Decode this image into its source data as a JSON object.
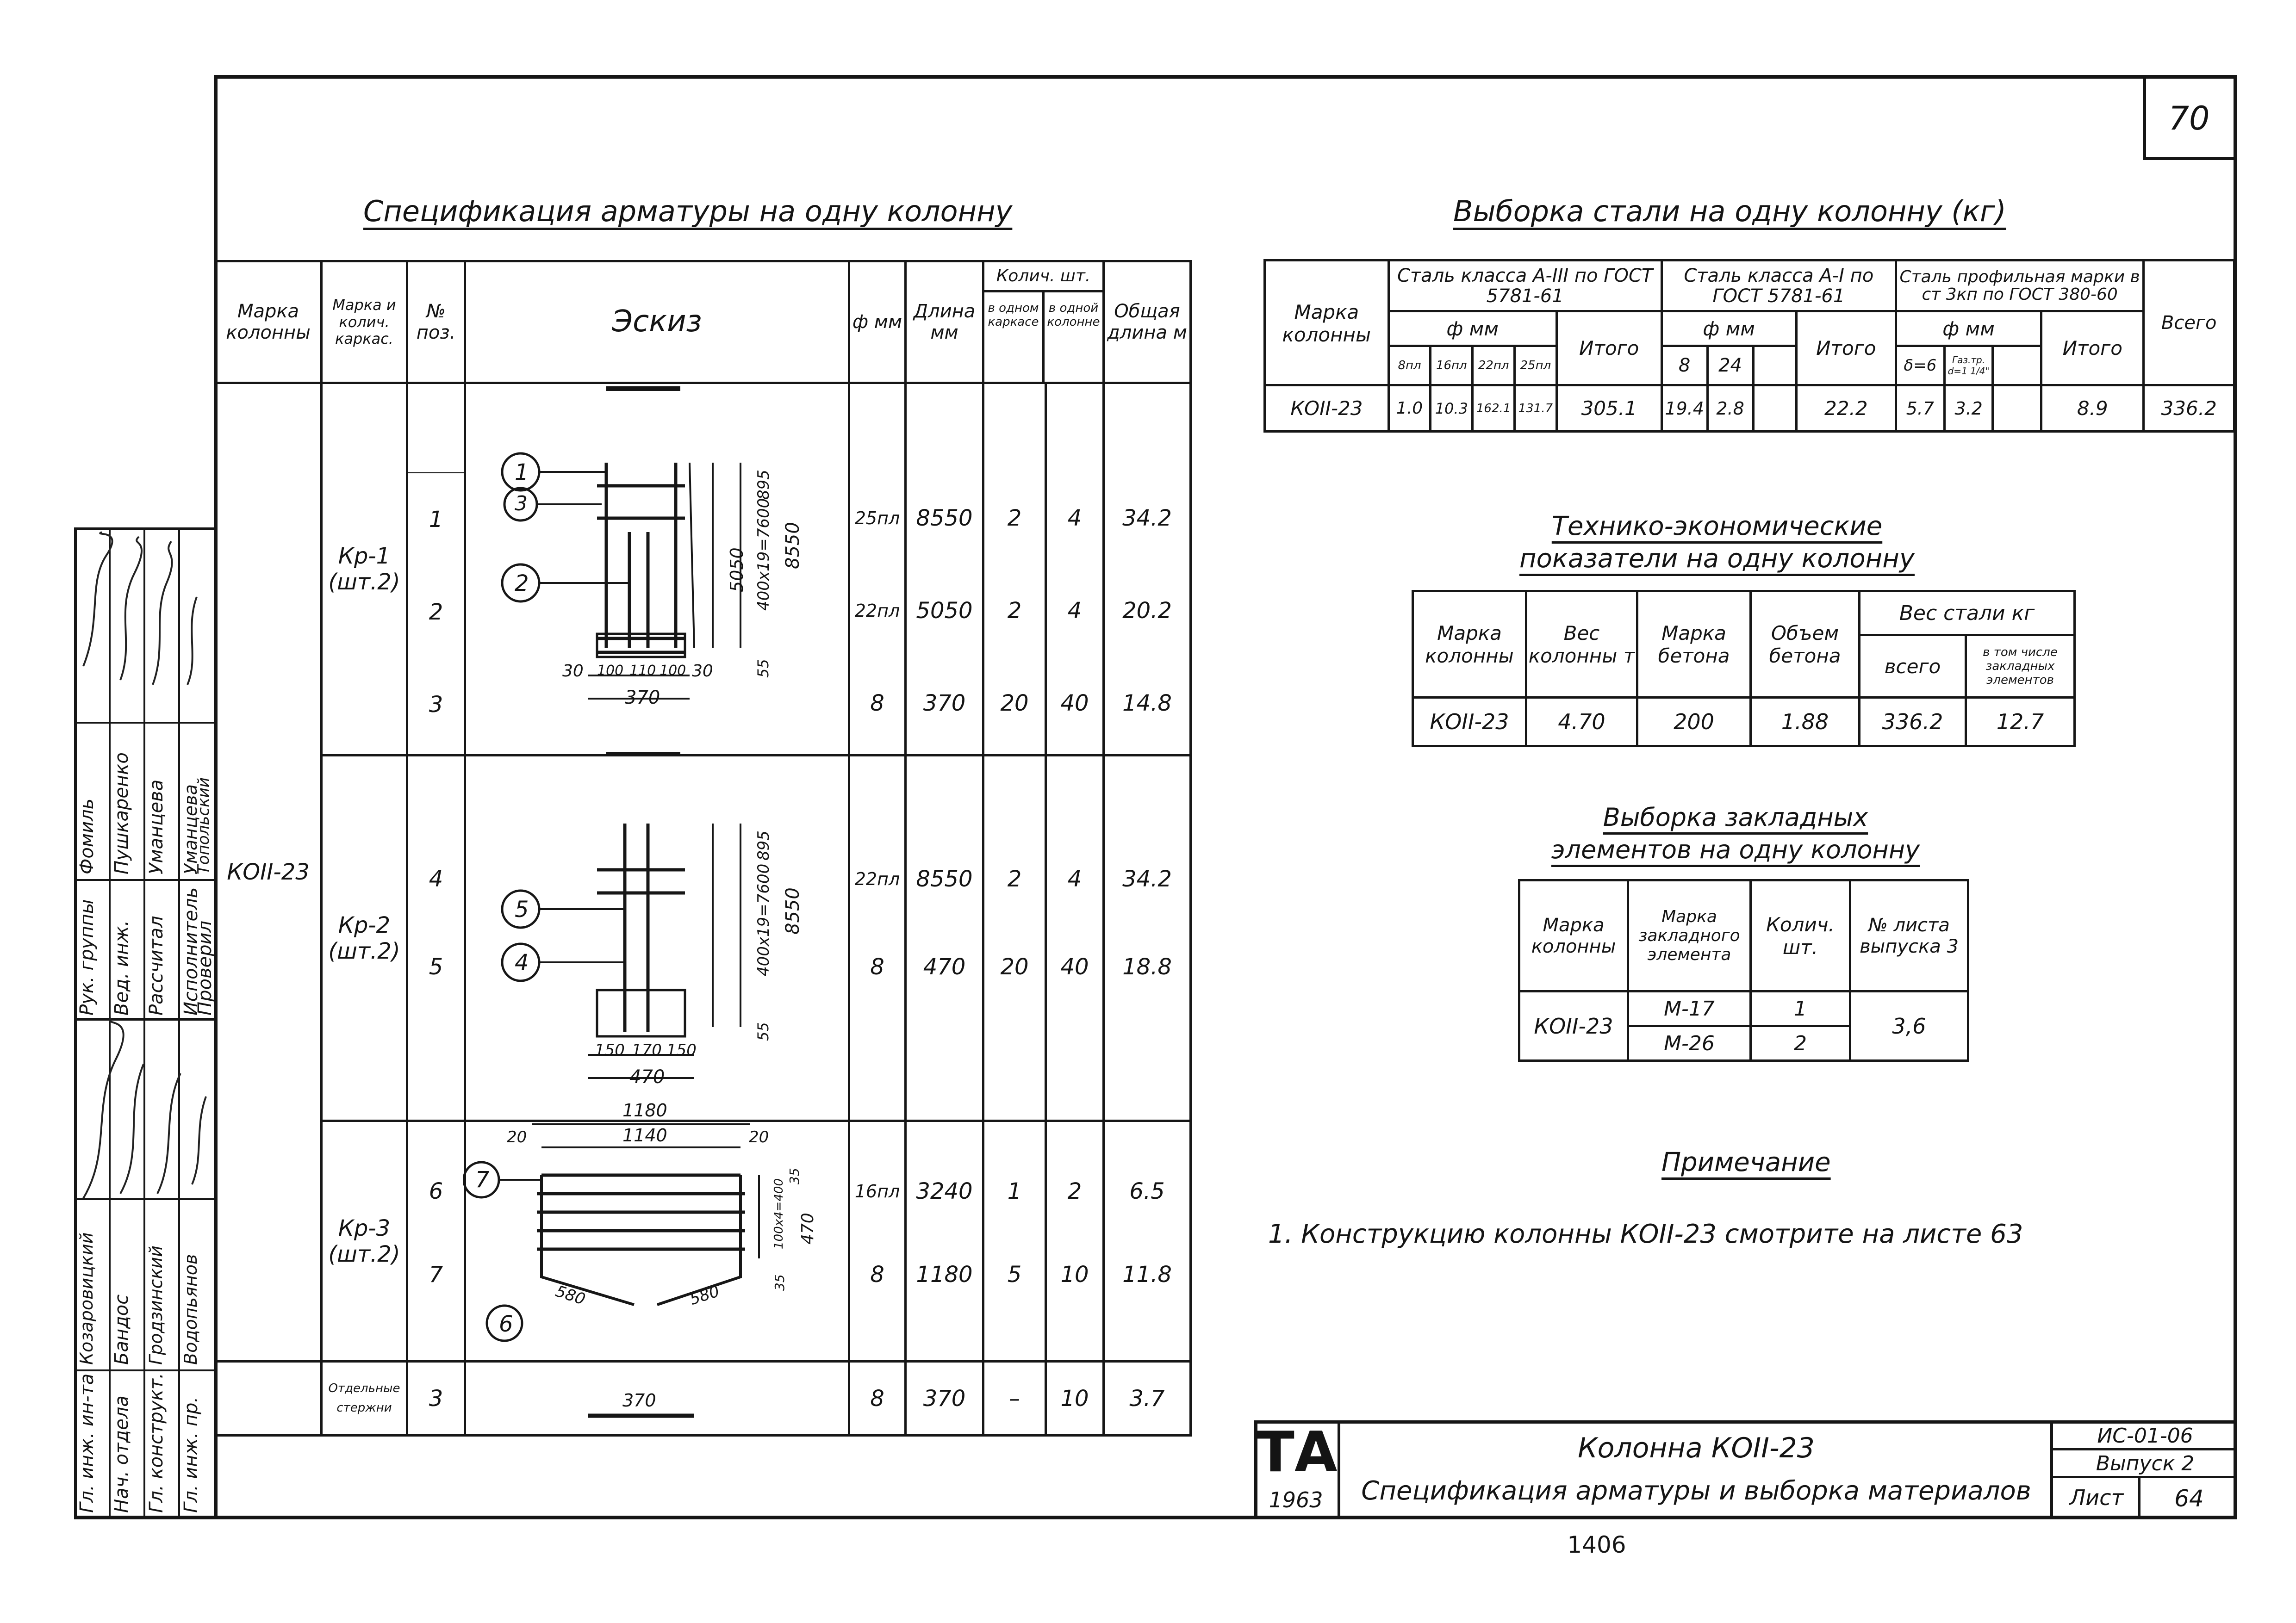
{
  "page_number": "70",
  "spec": {
    "title": "Спецификация арматуры на одну колонну",
    "headers": {
      "col_mark": "Марка колонны",
      "frame_mark": "Марка и колич. каркас.",
      "pos": "№ поз.",
      "sketch": "Эскиз",
      "dia": "ф мм",
      "length": "Длина мм",
      "qty": "Колич. шт.",
      "qty_frame": "в одном каркасе",
      "qty_column": "в одной колонне",
      "total_len": "Общая длина м"
    },
    "column_mark": "КОII-23",
    "frames": [
      {
        "name": "Кр-1",
        "count": "(шт.2)"
      },
      {
        "name": "Кр-2",
        "count": "(шт.2)"
      },
      {
        "name": "Кр-3",
        "count": "(шт.2)"
      }
    ],
    "separate_label": "Отдельные стержни",
    "rows": [
      {
        "pos": "1",
        "dia": "25пл",
        "len": "8550",
        "q1": "2",
        "q2": "4",
        "total": "34.2"
      },
      {
        "pos": "2",
        "dia": "22пл",
        "len": "5050",
        "q1": "2",
        "q2": "4",
        "total": "20.2"
      },
      {
        "pos": "3",
        "dia": "8",
        "len": "370",
        "q1": "20",
        "q2": "40",
        "total": "14.8"
      },
      {
        "pos": "4",
        "dia": "22пл",
        "len": "8550",
        "q1": "2",
        "q2": "4",
        "total": "34.2"
      },
      {
        "pos": "5",
        "dia": "8",
        "len": "470",
        "q1": "20",
        "q2": "40",
        "total": "18.8"
      },
      {
        "pos": "6",
        "dia": "16пл",
        "len": "3240",
        "q1": "1",
        "q2": "2",
        "total": "6.5"
      },
      {
        "pos": "7",
        "dia": "8",
        "len": "1180",
        "q1": "5",
        "q2": "10",
        "total": "11.8"
      },
      {
        "pos": "3",
        "dia": "8",
        "len": "370",
        "q1": "–",
        "q2": "10",
        "total": "3.7"
      }
    ],
    "sketch_labels": {
      "kr1": {
        "c1": "1",
        "c3": "3",
        "c2": "2",
        "d5050": "5050",
        "d7600": "400x19=7600",
        "d895": "895",
        "d8550": "8550",
        "d55": "55",
        "w30a": "30",
        "w100a": "100",
        "w110": "110",
        "w100b": "100",
        "w30b": "30",
        "w370": "370"
      },
      "kr2": {
        "c5": "5",
        "c4": "4",
        "d7600": "400x19=7600",
        "d895": "895",
        "d8550": "8550",
        "d55": "55",
        "w150a": "150",
        "w170": "170",
        "w150b": "150",
        "w470": "470"
      },
      "kr3": {
        "c7": "7",
        "c6": "6",
        "w1180": "1180",
        "w1140": "1140",
        "w20a": "20",
        "w20b": "20",
        "d400": "100x4=400",
        "d35a": "35",
        "d35b": "35",
        "d470": "470",
        "l580a": "580",
        "l580b": "580"
      },
      "bar370": "370"
    }
  },
  "steel": {
    "title": "Выборка стали на одну колонну (кг)",
    "h_mark": "Марка колонны",
    "g1": "Сталь класса А-III по ГОСТ 5781-61",
    "g2": "Сталь класса А-I по ГОСТ 5781-61",
    "g3": "Сталь профильная марки в ст 3кп по ГОСТ 380-60",
    "phi": "ф мм",
    "itogo": "Итого",
    "vsego": "Всего",
    "sub1": [
      "8пл",
      "16пл",
      "22пл",
      "25пл"
    ],
    "sub2": [
      "8",
      "24"
    ],
    "sub3a": "δ=6",
    "sub3b": "Газ.тр. d=1 1/4\"",
    "row": {
      "mark": "КОII-23",
      "v": [
        "1.0",
        "10.3",
        "162.1",
        "131.7"
      ],
      "it1": "305.1",
      "v2": [
        "19.4",
        "2.8"
      ],
      "it2": "22.2",
      "v3": [
        "5.7",
        "3.2"
      ],
      "it3": "8.9",
      "total": "336.2"
    }
  },
  "tech": {
    "title1": "Технико-экономические",
    "title2": "показатели на одну колонну",
    "h": [
      "Марка колонны",
      "Вес колонны т",
      "Марка бетона",
      "Объем бетона",
      "Вес стали кг",
      "всего",
      "в том числе закладных элементов"
    ],
    "row": [
      "КОII-23",
      "4.70",
      "200",
      "1.88",
      "336.2",
      "12.7"
    ]
  },
  "embed": {
    "title1": "Выборка закладных",
    "title2": "элементов на одну колонну",
    "h": [
      "Марка колонны",
      "Марка закладного элемента",
      "Колич. шт.",
      "№ листа выпуска 3"
    ],
    "mark": "КОII-23",
    "rows": [
      {
        "el": "М-17",
        "q": "1"
      },
      {
        "el": "М-26",
        "q": "2"
      }
    ],
    "sheets": "3,6"
  },
  "note": {
    "title": "Примечание",
    "text": "1. Конструкцию колонны КОII-23 смотрите на листе 63"
  },
  "stamp": {
    "logo": "ТА",
    "year": "1963",
    "title1": "Колонна КОII-23",
    "title2": "Спецификация арматуры и выборка материалов",
    "code": "ИС-01-06",
    "issue": "Выпуск 2",
    "sheet_label": "Лист",
    "sheet": "64"
  },
  "side_stamp": {
    "roles1": [
      "Рук. группы",
      "Вед. инж.",
      "Рассчитал",
      "Исполнитель",
      "Проверил"
    ],
    "names1": [
      "Фомиль",
      "Пушкаренко",
      "Уманцева",
      "Уманцева",
      "Топольский"
    ],
    "roles2": [
      "Гл. инж. ин-та",
      "Нач. отдела",
      "Гл. конструкт.",
      "Гл. инж. пр."
    ],
    "names2": [
      "Козаровицкий",
      "Бандос",
      "Гродзинский",
      "Водопьянов"
    ]
  },
  "bottom_number": "1406"
}
